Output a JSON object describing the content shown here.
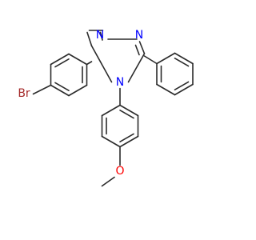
{
  "molecule": {
    "atoms": {
      "triazole_n1": {
        "symbol": "N",
        "color": "#0000ff"
      },
      "triazole_n2": {
        "symbol": "N",
        "color": "#0000ff"
      },
      "triazole_n4": {
        "symbol": "N",
        "color": "#0000ff"
      },
      "bromine": {
        "symbol": "Br",
        "color": "#a52a2a"
      },
      "methoxy_oxygen": {
        "symbol": "O",
        "color": "#ff0000"
      }
    },
    "bond_color": "#2b2b2b"
  }
}
